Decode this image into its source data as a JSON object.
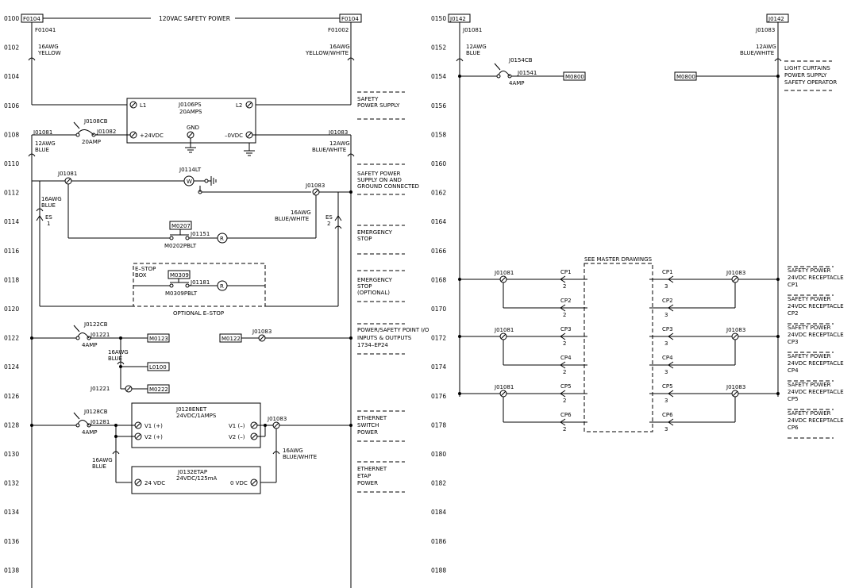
{
  "title": "120VAC SAFETY POWER",
  "rungs_left": [
    "0100",
    "0102",
    "0104",
    "0106",
    "0108",
    "0110",
    "0112",
    "0114",
    "0116",
    "0118",
    "0120",
    "0122",
    "0124",
    "0126",
    "0128",
    "0130",
    "0132",
    "0134",
    "0136",
    "0138"
  ],
  "rungs_right": [
    "0150",
    "0152",
    "0154",
    "0156",
    "0158",
    "0160",
    "0162",
    "0164",
    "0166",
    "0168",
    "0170",
    "0172",
    "0174",
    "0176",
    "0178",
    "0180",
    "0182",
    "0184",
    "0186",
    "0188"
  ],
  "labels": {
    "f0104_left": "F0104",
    "f0104_right": "F0104",
    "f01041": "F01041",
    "f01002": "F01002",
    "w16_yellow_a": "16AWG",
    "w16_yellow_b": "YELLOW",
    "w16_yw_a": "16AWG",
    "w16_yw_b": "YELLOW/WHITE",
    "ps_l1": "L1",
    "ps_l2": "L2",
    "ps_name": "J0106PS",
    "ps_amps": "20AMPS",
    "ps_gnd": "GND",
    "ps_24v": "+24VDC",
    "ps_0v": "–0VDC",
    "j0108cb": "J0108CB",
    "j01081_a": "J01081",
    "j01082": "J01082",
    "amp20": "20AMP",
    "j01083_a": "J01083",
    "w12_blue_a": "12AWG",
    "w12_blue_b": "BLUE",
    "w12_bw_a": "12AWG",
    "w12_bw_b": "BLUE/WHITE",
    "j01081_b": "J01081",
    "j0114lt": "J0114LT",
    "lamp_w": "W",
    "j01083_b": "J01083",
    "w16_blue2_a": "16AWG",
    "w16_blue2_b": "BLUE",
    "w16_bw2_a": "16AWG",
    "w16_bw2_b": "BLUE/WHITE",
    "es1_a": "ES",
    "es1_b": "1",
    "es2_a": "ES",
    "es2_b": "2",
    "m0207": "M0207",
    "j01151": "J01151",
    "lamp_r1": "R",
    "m0202pblt": "M0202PBLT",
    "estop_box_a": "E–STOP",
    "estop_box_b": "BOX",
    "m0309": "M0309",
    "j01181": "J01181",
    "lamp_r2": "R",
    "m0309pblt": "M0309PBLT",
    "optional_estop": "OPTIONAL E–STOP",
    "j0122cb": "J0122CB",
    "j01221": "J01221",
    "amp4_a": "4AMP",
    "m0123": "M0123",
    "m0122": "M0122",
    "j01083_c": "J01083",
    "w16_blue3_a": "16AWG",
    "w16_blue3_b": "BLUE",
    "l0100": "L0100",
    "j01221_b": "J01221",
    "m0222": "M0222",
    "j0128cb": "J0128CB",
    "j01281": "J01281",
    "amp4_b": "4AMP",
    "enet_name": "J0128ENET",
    "enet_rating": "24VDC/1AMPS",
    "enet_v1p": "V1 (+)",
    "enet_v2p": "V2 (+)",
    "enet_v1n": "V1 (–)",
    "enet_v2n": "V2 (–)",
    "j01083_d": "J01083",
    "w16_blue4_a": "16AWG",
    "w16_blue4_b": "BLUE",
    "w16_bw4_a": "16AWG",
    "w16_bw4_b": "BLUE/WHITE",
    "etap_name": "J0132ETAP",
    "etap_rating": "24VDC/125mA",
    "etap_24v": "24 VDC",
    "etap_0v": "0 VDC",
    "desc_0106_a": "SAFETY",
    "desc_0106_b": "POWER SUPPLY",
    "desc_0111_a": "SAFETY POWER",
    "desc_0111_b": "SUPPLY ON AND",
    "desc_0111_c": "GROUND CONNECTED",
    "desc_0115_a": "EMERGENCY",
    "desc_0115_b": "STOP",
    "desc_0118_a": "EMERGENCY",
    "desc_0118_b": "STOP",
    "desc_0118_c": "(OPTIONAL)",
    "desc_0122_a": "POWER/SAFETY POINT I/O",
    "desc_0122_b": "INPUTS & OUTPUTS",
    "desc_0122_c": "1734–EP24",
    "desc_0128_a": "ETHERNET",
    "desc_0128_b": "SWITCH",
    "desc_0128_c": "POWER",
    "desc_0132_a": "ETHERNET",
    "desc_0132_b": "ETAP",
    "desc_0132_c": "POWER",
    "j0142_left": "J0142",
    "j0142_right": "J0142",
    "r_j01081": "J01081",
    "r_j01083": "J01083",
    "r_w12_blue_a": "12AWG",
    "r_w12_blue_b": "BLUE",
    "r_w12_bw_a": "12AWG",
    "r_w12_bw_b": "BLUE/WHITE",
    "j0154cb": "J0154CB",
    "j01541": "J01541",
    "amp4_c": "4AMP",
    "m0800_a": "M0800",
    "m0800_b": "M0800",
    "desc_0154_a": "LIGHT CURTAINS",
    "desc_0154_b": "POWER SUPPLY",
    "desc_0154_c": "SAFETY OPERATOR",
    "see_master": "SEE MASTER DRAWINGS"
  },
  "cp_rows": [
    {
      "left_cp": "CP1",
      "right_cp": "CP1",
      "pin_l": "2",
      "pin_r": "3",
      "j_left": "J01081",
      "j_right": "J01083",
      "desc": [
        "SAFETY POWER",
        "24VDC RECEPTACLE",
        "CP1"
      ]
    },
    {
      "left_cp": "CP2",
      "right_cp": "CP2",
      "pin_l": "2",
      "pin_r": "3",
      "j_left": "",
      "j_right": "",
      "desc": [
        "SAFETY POWER",
        "24VDC RECEPTACLE",
        "CP2"
      ]
    },
    {
      "left_cp": "CP3",
      "right_cp": "CP3",
      "pin_l": "2",
      "pin_r": "3",
      "j_left": "J01081",
      "j_right": "J01083",
      "desc": [
        "SAFETY POWER",
        "24VDC RECEPTACLE",
        "CP3"
      ]
    },
    {
      "left_cp": "CP4",
      "right_cp": "CP4",
      "pin_l": "2",
      "pin_r": "3",
      "j_left": "",
      "j_right": "",
      "desc": [
        "SAFETY POWER",
        "24VDC RECEPTACLE",
        "CP4"
      ]
    },
    {
      "left_cp": "CP5",
      "right_cp": "CP5",
      "pin_l": "2",
      "pin_r": "3",
      "j_left": "J01081",
      "j_right": "J01083",
      "desc": [
        "SAFETY POWER",
        "24VDC RECEPTACLE",
        "CP5"
      ]
    },
    {
      "left_cp": "CP6",
      "right_cp": "CP6",
      "pin_l": "2",
      "pin_r": "3",
      "j_left": "",
      "j_right": "",
      "desc": [
        "SAFETY POWER",
        "24VDC RECEPTACLE",
        "CP6"
      ]
    }
  ]
}
